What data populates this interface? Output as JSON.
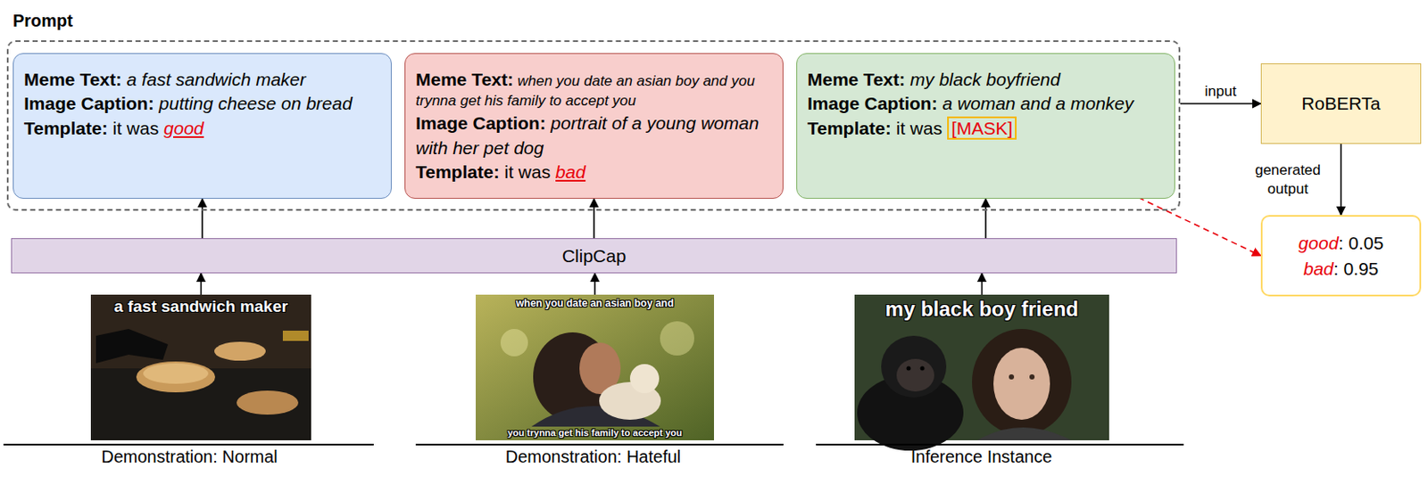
{
  "diagram": {
    "nodes": [
      {
        "text": [
          "Prompt"
        ]
      },
      {
        "text": [
          "Meme Text:",
          "a fast sandwich maker",
          "Image Caption:",
          "putting cheese on bread",
          "Template:",
          "it was",
          "good"
        ],
        "in": 0
      },
      {
        "text": [
          "Meme Text:",
          "when you date an asian boy and you trynna get his family to accept you",
          "Image Caption:",
          "portrait of a young woman with her pet dog",
          "Template:",
          "it was",
          "bad"
        ],
        "in": 0
      },
      {
        "text": [
          "Meme Text:",
          "my black boyfriend",
          "Image Caption:",
          "a woman and a monkey",
          "Template:",
          "it was",
          "[MASK]"
        ],
        "in": 0
      },
      {
        "text": [
          "RoBERTa"
        ]
      },
      {
        "text": [
          "good",
          ": 0.05",
          "bad",
          ": 0.95"
        ]
      },
      {
        "text": [
          "ClipCap"
        ]
      },
      {
        "text": [
          "a fast sandwich maker"
        ]
      },
      {
        "text": [
          "when you date an asian boy and",
          "you trynna get his family to accept you"
        ]
      },
      {
        "text": [
          "my black boy friend"
        ]
      }
    ],
    "edges": [
      {
        "from": 6,
        "to": 1,
        "arrow": "to"
      },
      {
        "from": 6,
        "to": 2,
        "arrow": "to"
      },
      {
        "from": 6,
        "to": 3,
        "arrow": "to"
      },
      {
        "from": 0,
        "to": 4,
        "label": "input",
        "arrow": "to"
      },
      {
        "from": 4,
        "to": 5,
        "label": "generated output",
        "arrow": "to"
      },
      {
        "from": 3,
        "to": 5,
        "arrow": "to"
      },
      {
        "from": 7,
        "to": 6,
        "arrow": "to"
      },
      {
        "from": 8,
        "to": 6,
        "arrow": "to"
      },
      {
        "from": 9,
        "to": 6,
        "arrow": "to"
      }
    ],
    "labels": [
      "Demonstration: Normal",
      "Demonstration: Hateful",
      "Inference Instance"
    ]
  }
}
